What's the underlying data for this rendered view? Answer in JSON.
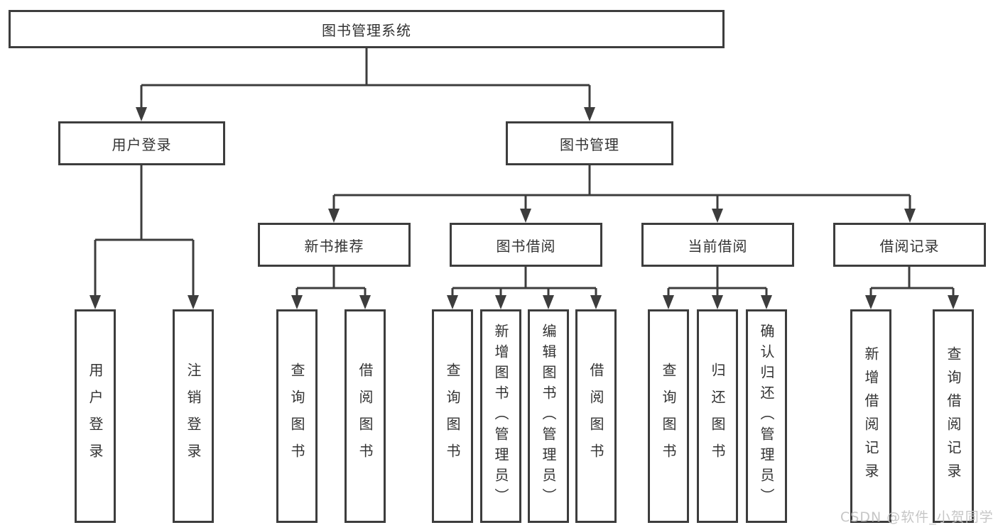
{
  "diagram": {
    "root": {
      "label": "图书管理系统"
    },
    "branches": [
      {
        "label": "用户登录",
        "children": [
          {
            "label": "用户登录"
          },
          {
            "label": "注销登录"
          }
        ]
      },
      {
        "label": "图书管理",
        "children": [
          {
            "label": "新书推荐",
            "children": [
              {
                "label": "查询图书"
              },
              {
                "label": "借阅图书"
              }
            ]
          },
          {
            "label": "图书借阅",
            "children": [
              {
                "label": "查询图书"
              },
              {
                "label": "新增图书（管理员）"
              },
              {
                "label": "编辑图书（管理员）"
              },
              {
                "label": "借阅图书"
              }
            ]
          },
          {
            "label": "当前借阅",
            "children": [
              {
                "label": "查询图书"
              },
              {
                "label": "归还图书"
              },
              {
                "label": "确认归还（管理员）"
              }
            ]
          },
          {
            "label": "借阅记录",
            "children": [
              {
                "label": "新增借阅记录"
              },
              {
                "label": "查询借阅记录"
              }
            ]
          }
        ]
      }
    ]
  },
  "watermark": {
    "text": "CSDN @软件_小贺同学"
  },
  "colors": {
    "line": "#3d3d3d",
    "text": "#333333",
    "watermark": "#c3c3c3",
    "background": "#ffffff"
  }
}
